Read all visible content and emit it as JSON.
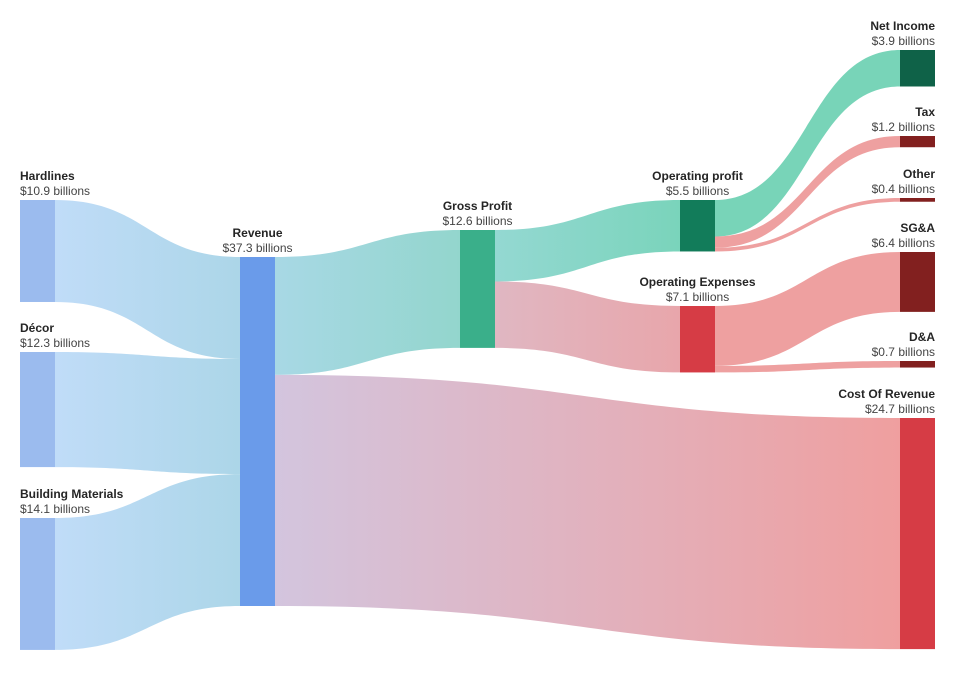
{
  "chart_data": {
    "type": "sankey",
    "unit_suffix": " billions",
    "nodes": [
      {
        "id": "hardlines",
        "name": "Hardlines",
        "value": 10.9,
        "label": "$10.9 billions",
        "color": "#9bbbee"
      },
      {
        "id": "decor",
        "name": "Décor",
        "value": 12.3,
        "label": "$12.3 billions",
        "color": "#9bbbee"
      },
      {
        "id": "building",
        "name": "Building Materials",
        "value": 14.1,
        "label": "$14.1 billions",
        "color": "#9bbbee"
      },
      {
        "id": "revenue",
        "name": "Revenue",
        "value": 37.3,
        "label": "$37.3 billions",
        "color": "#6a9bea"
      },
      {
        "id": "gross",
        "name": "Gross Profit",
        "value": 12.6,
        "label": "$12.6 billions",
        "color": "#3aaf8a"
      },
      {
        "id": "cor",
        "name": "Cost Of Revenue",
        "value": 24.7,
        "label": "$24.7 billions",
        "color": "#d63c45"
      },
      {
        "id": "opprofit",
        "name": "Operating profit",
        "value": 5.5,
        "label": "$5.5 billions",
        "color": "#127c5a"
      },
      {
        "id": "opex",
        "name": "Operating Expenses",
        "value": 7.1,
        "label": "$7.1 billions",
        "color": "#d63c45"
      },
      {
        "id": "netincome",
        "name": "Net Income",
        "value": 3.9,
        "label": "$3.9 billions",
        "color": "#0f6248"
      },
      {
        "id": "tax",
        "name": "Tax",
        "value": 1.2,
        "label": "$1.2 billions",
        "color": "#82201f"
      },
      {
        "id": "other",
        "name": "Other",
        "value": 0.4,
        "label": "$0.4 billions",
        "color": "#82201f"
      },
      {
        "id": "sga",
        "name": "SG&A",
        "value": 6.4,
        "label": "$6.4 billions",
        "color": "#82201f"
      },
      {
        "id": "da",
        "name": "D&A",
        "value": 0.7,
        "label": "$0.7 billions",
        "color": "#82201f"
      }
    ],
    "links": [
      {
        "source": "hardlines",
        "target": "revenue",
        "value": 10.9,
        "from": "#c0dcf8",
        "to": "#acd6e8"
      },
      {
        "source": "decor",
        "target": "revenue",
        "value": 12.3,
        "from": "#c0dcf8",
        "to": "#acd6e8"
      },
      {
        "source": "building",
        "target": "revenue",
        "value": 14.1,
        "from": "#c0dcf8",
        "to": "#acd6e8"
      },
      {
        "source": "revenue",
        "target": "gross",
        "value": 12.6,
        "from": "#a8d8e5",
        "to": "#93d6cd"
      },
      {
        "source": "revenue",
        "target": "cor",
        "value": 24.7,
        "from": "#d3c5de",
        "to": "#ef9f9f"
      },
      {
        "source": "gross",
        "target": "opprofit",
        "value": 5.5,
        "from": "#94d8d2",
        "to": "#7ad4bb"
      },
      {
        "source": "gross",
        "target": "opex",
        "value": 7.1,
        "from": "#e0b7c2",
        "to": "#e8a6ab"
      },
      {
        "source": "opprofit",
        "target": "netincome",
        "value": 3.9,
        "from": "#78d4b8",
        "to": "#78d4b8"
      },
      {
        "source": "opprofit",
        "target": "tax",
        "value": 1.2,
        "from": "#eea0a0",
        "to": "#eea0a0"
      },
      {
        "source": "opprofit",
        "target": "other",
        "value": 0.4,
        "from": "#eea0a0",
        "to": "#eea0a0"
      },
      {
        "source": "opex",
        "target": "sga",
        "value": 6.4,
        "from": "#eea0a0",
        "to": "#eea0a0"
      },
      {
        "source": "opex",
        "target": "da",
        "value": 0.7,
        "from": "#eea0a0",
        "to": "#eea0a0"
      }
    ]
  }
}
